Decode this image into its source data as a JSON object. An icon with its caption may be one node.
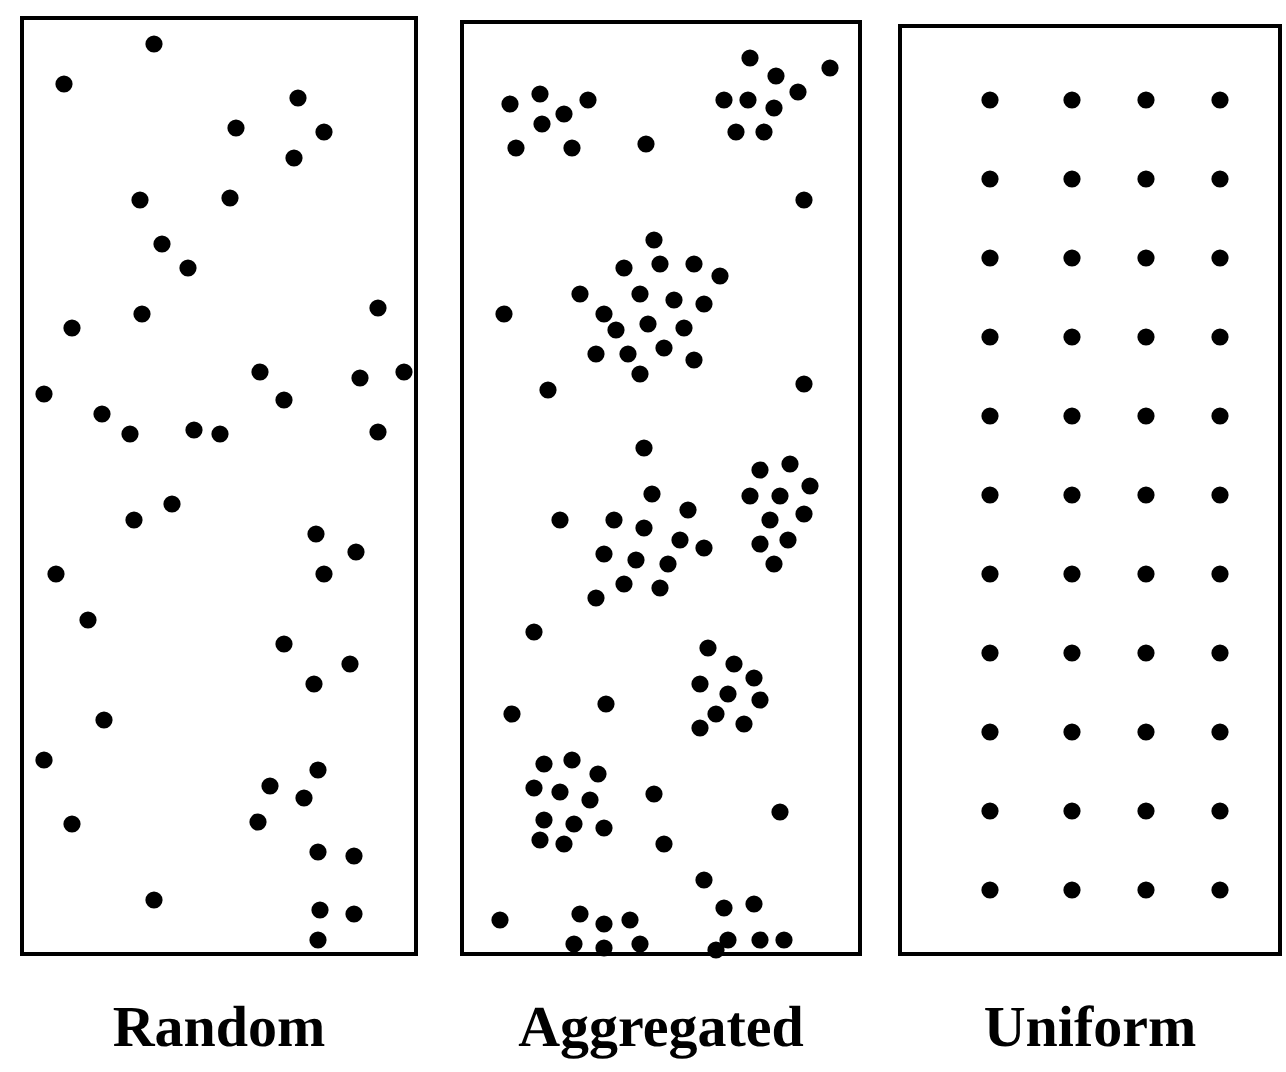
{
  "diagram": {
    "nodes": [
      {
        "text": [
          "Random"
        ]
      },
      {
        "text": [
          "Aggregated"
        ]
      },
      {
        "text": [
          "Uniform"
        ]
      }
    ]
  }
}
